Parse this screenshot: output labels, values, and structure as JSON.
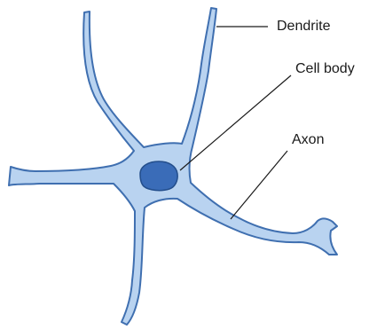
{
  "labels": {
    "dendrite": "Dendrite",
    "cell_body": "Cell body",
    "axon": "Axon"
  },
  "colors": {
    "cell_fill": "#b9d3f0",
    "cell_outline": "#3f6fb0",
    "nucleus_fill": "#3a6cb8",
    "nucleus_outline": "#234e8c",
    "leader_line": "#1a1a1a"
  }
}
